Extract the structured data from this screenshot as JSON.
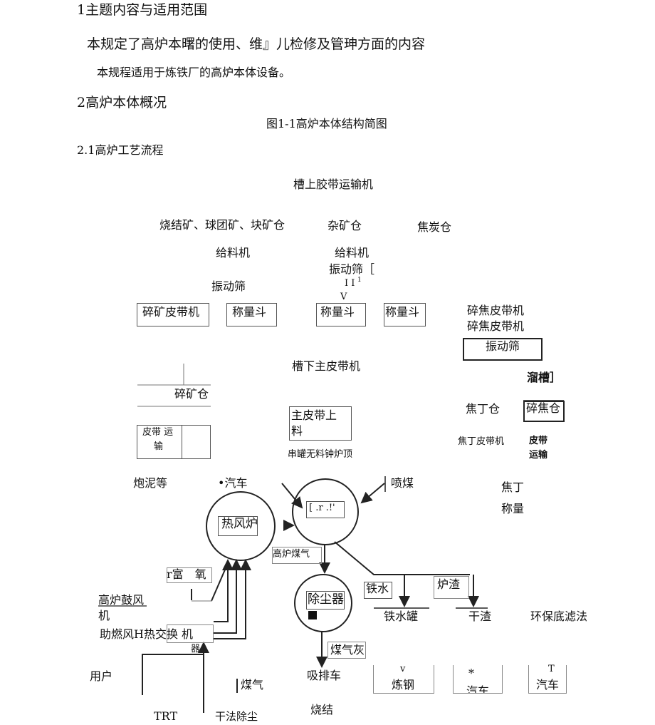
{
  "headings": {
    "h1": "1主题内容与适用范围",
    "h2": "2高炉本体概况",
    "fig_caption": "图1-1高炉本体结构简图",
    "h21": "2.1高炉工艺流程"
  },
  "paragraphs": {
    "p1": "本规定了高炉本曙的使用、维』儿检修及管珅方面的内容",
    "p2": "本规程适用于炼铁厂的高炉本体设备。"
  },
  "flow": {
    "top_belt": "槽上胶带运输机",
    "ore_bins": "烧结矿、球团矿、块矿仓",
    "misc_bin": "杂矿仓",
    "coke_bin": "焦炭仓",
    "feeder_1": "给料机",
    "feeder_2": "给料机",
    "screen_2": "振动筛［",
    "screen_2_mark": "I I",
    "screen_2_sup": "1",
    "screen_2_v": "V",
    "screen_1": "振动筛",
    "fine_ore_belt": "碎矿皮带机",
    "weigh_1": "称量斗",
    "weigh_2": "称量斗",
    "weigh_3": "称量斗",
    "coke_belt_1": "碎焦皮带机",
    "coke_belt_2": "碎焦皮带机",
    "coke_screen": "振动筛",
    "chute": "溜槽］",
    "main_belt_below": "槽下主皮带机",
    "fine_ore_bin": "碎矿仓",
    "belt_transport": "皮带 运",
    "belt_transport_2": "输",
    "main_belt_feed": "主皮带上",
    "main_belt_feed_2": "料",
    "bell_less_top": "串罐无料钟炉顶",
    "coke_nut_bin": "焦丁仓",
    "fine_coke_bin": "碎焦仓",
    "coke_nut_belt": "焦丁皮带机",
    "belt_transport_r": "皮带",
    "belt_transport_r2": "运输",
    "clay": "炮泥等",
    "truck_top": "•汽车",
    "coal_injection": "喷煤",
    "coke_nut": "焦丁",
    "weighing": "称量",
    "furnace_inner": "[ .r .!'",
    "hot_stove": "热风炉",
    "bf_gas": "高炉煤气",
    "oxygen": "r富　氧",
    "blower": "高炉鼓风",
    "blower_2": "机",
    "dust_catcher": "除尘器",
    "hot_metal": "铁水",
    "slag": "炉渣",
    "ladle": "铁水罐",
    "dry_slag": "干渣",
    "filter_method": "环保底滤法",
    "combustion_air": "助燃风H热交换 机",
    "combustion_air_2": "器",
    "gas_ash": "煤气灰",
    "user": "用户",
    "gas": "煤气",
    "suction_truck": "吸排车",
    "steelmaking_mark": "v",
    "steelmaking": "炼钢",
    "truck_mark": "*",
    "truck_partial": "汽车",
    "truck_r_mark": "T",
    "truck_r": "汽车",
    "trt": "TRT",
    "dry_dedust": "干法除尘",
    "sintering": "烧结"
  }
}
